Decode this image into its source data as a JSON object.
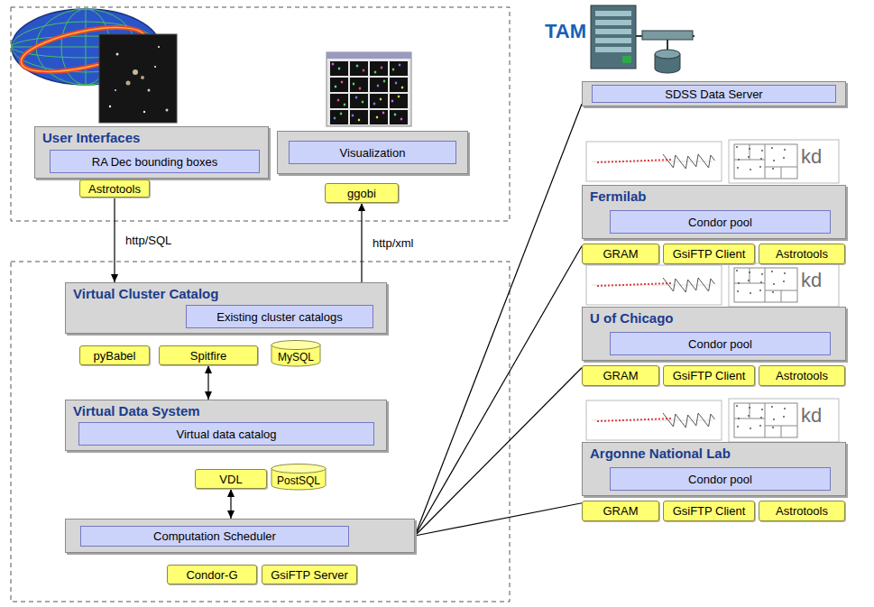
{
  "diagram": {
    "nodes": [
      {
        "text": [
          "User Interfaces"
        ]
      },
      {
        "text": [
          "RA Dec bounding boxes"
        ],
        "in": 0
      },
      {
        "text": [
          "Astrotools"
        ]
      },
      {
        "text": [
          "Visualization"
        ]
      },
      {
        "text": [
          "ggobi"
        ]
      },
      {
        "text": [
          "Virtual Cluster Catalog"
        ]
      },
      {
        "text": [
          "Existing cluster catalogs"
        ],
        "in": 5
      },
      {
        "text": [
          "pyBabel"
        ]
      },
      {
        "text": [
          "Spitfire"
        ]
      },
      {
        "text": [
          "MySQL"
        ]
      },
      {
        "text": [
          "Virtual Data System"
        ]
      },
      {
        "text": [
          "Virtual data catalog"
        ],
        "in": 10
      },
      {
        "text": [
          "VDL"
        ]
      },
      {
        "text": [
          "PostSQL"
        ]
      },
      {
        "text": [
          "Computation Scheduler"
        ]
      },
      {
        "text": [
          "Condor-G"
        ]
      },
      {
        "text": [
          "GsiFTP Server"
        ]
      },
      {
        "text": [
          "SDSS Data Server"
        ]
      },
      {
        "text": [
          "Fermilab"
        ]
      },
      {
        "text": [
          "Condor pool"
        ],
        "in": 18
      },
      {
        "text": [
          "GRAM"
        ]
      },
      {
        "text": [
          "GsiFTP Client"
        ]
      },
      {
        "text": [
          "Astrotools"
        ]
      },
      {
        "text": [
          "U of Chicago"
        ]
      },
      {
        "text": [
          "Condor pool"
        ],
        "in": 23
      },
      {
        "text": [
          "GRAM"
        ]
      },
      {
        "text": [
          "GsiFTP Client"
        ]
      },
      {
        "text": [
          "Astrotools"
        ]
      },
      {
        "text": [
          "Argonne National Lab"
        ]
      },
      {
        "text": [
          "Condor pool"
        ],
        "in": 28
      },
      {
        "text": [
          "GRAM"
        ]
      },
      {
        "text": [
          "GsiFTP Client"
        ]
      },
      {
        "text": [
          "Astrotools"
        ]
      }
    ],
    "edges": [
      {
        "from": 2,
        "to": 5,
        "arrow": "to",
        "label": "http/SQL"
      },
      {
        "from": 5,
        "to": 4,
        "arrow": "to",
        "label": "http/xml"
      },
      {
        "from": 8,
        "to": 10,
        "arrow": "both"
      },
      {
        "from": 12,
        "to": 14,
        "arrow": "both"
      },
      {
        "from": 14,
        "to": 17,
        "arrow": "none"
      },
      {
        "from": 14,
        "to": 20,
        "arrow": "none"
      },
      {
        "from": 14,
        "to": 25,
        "arrow": "none"
      },
      {
        "from": 14,
        "to": 30,
        "arrow": "none"
      }
    ],
    "labels": [
      "TAM",
      "kd",
      "kd",
      "kd"
    ]
  }
}
